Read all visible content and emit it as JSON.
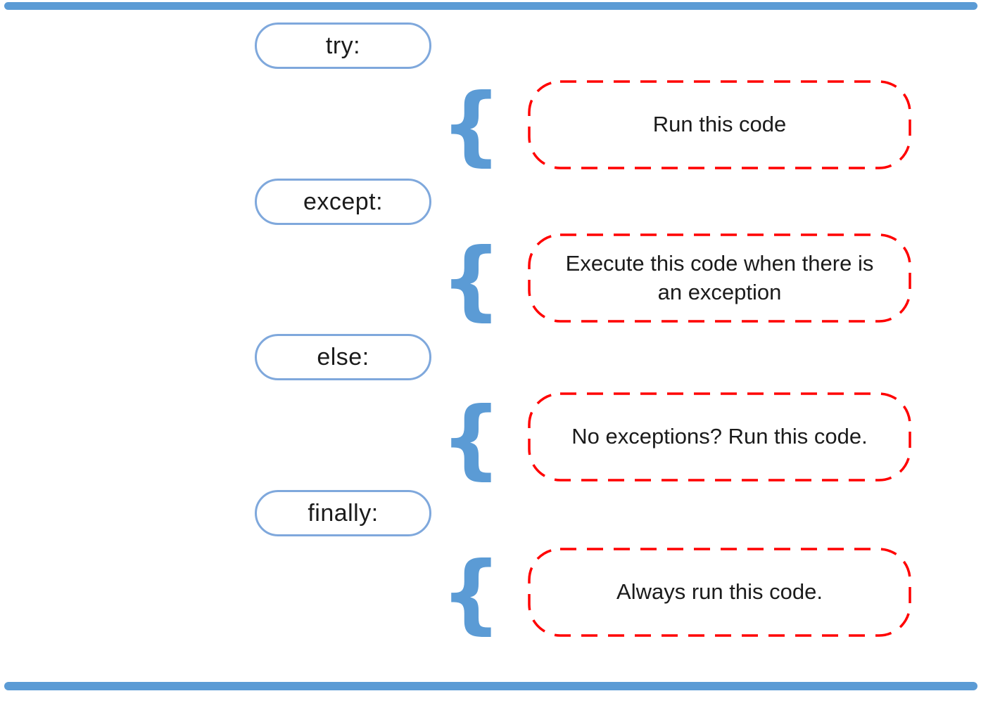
{
  "diagram": {
    "rows": [
      {
        "keyword": "try:",
        "description": "Run this code"
      },
      {
        "keyword": "except:",
        "description": "Execute this code when there is an exception"
      },
      {
        "keyword": "else:",
        "description": "No exceptions? Run this code."
      },
      {
        "keyword": "finally:",
        "description": "Always run this code."
      }
    ],
    "brace_glyph": "{",
    "colors": {
      "accent_blue": "#5B9BD5",
      "pill_border_blue": "#7FA8DC",
      "dashed_red": "#FF0000",
      "text": "#1B1B1B",
      "background": "#FFFFFF"
    }
  }
}
